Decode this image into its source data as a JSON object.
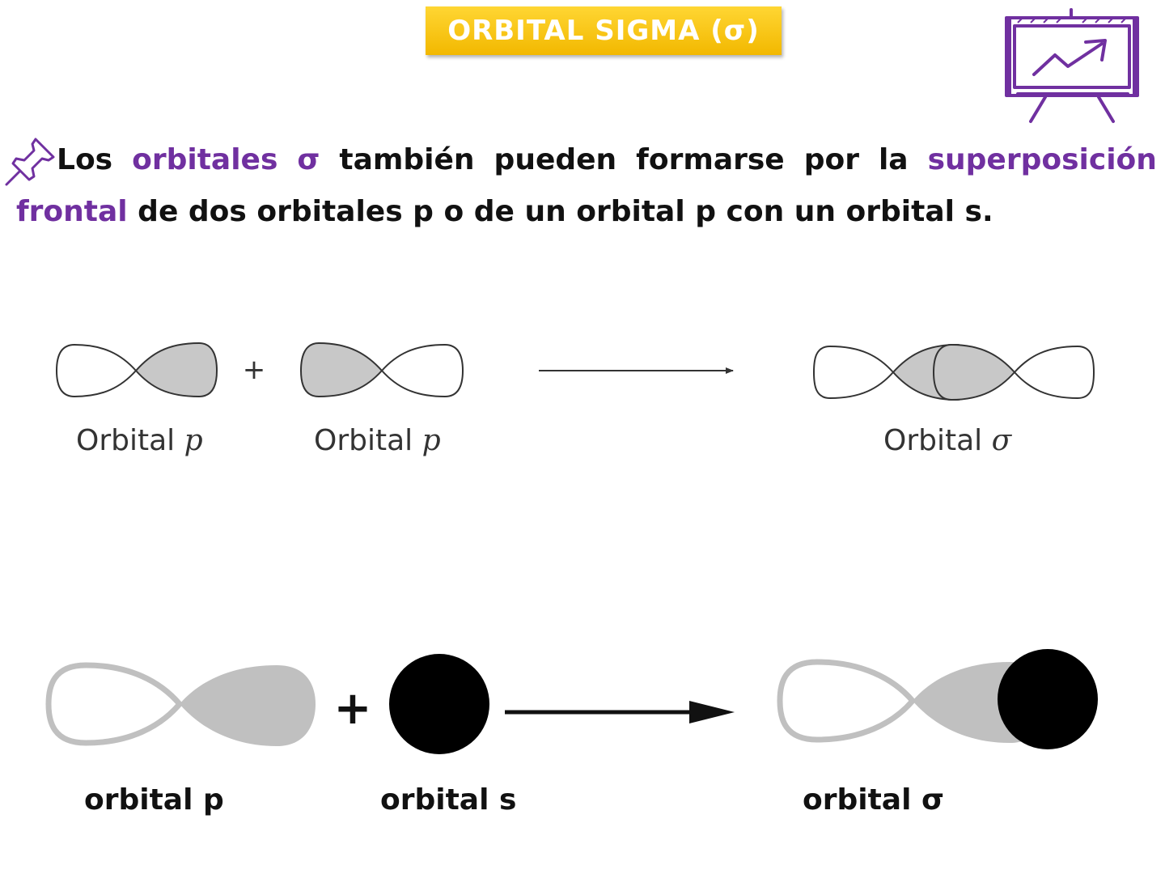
{
  "title": "ORBITAL SIGMA (σ)",
  "paragraph": {
    "w1": "Los",
    "w2": "orbitales",
    "w3": "σ",
    "w4": "también",
    "w5": "pueden",
    "w6": "formarse",
    "w7": "por",
    "w8": "la",
    "w9": "superposición",
    "line2_highlight": "frontal",
    "line2_rest": "de dos orbitales p o de un orbital p con un orbital s."
  },
  "diagram_pp": {
    "plus": "+",
    "label_left_word": "Orbital",
    "label_left_sym": "p",
    "label_middle_word": "Orbital",
    "label_middle_sym": "p",
    "label_result_word": "Orbital",
    "label_result_sym": "σ"
  },
  "diagram_ps": {
    "plus": "+",
    "label_p": "orbital p",
    "label_s": "orbital s",
    "label_result": "orbital σ"
  },
  "colors": {
    "accent_purple": "#7030a0",
    "badge_yellow": "#ffc000",
    "lobe_dark": "#c8c8c8",
    "lobe_light": "#c0c0c0",
    "s_orbital": "#000000"
  },
  "icons": {
    "top_right": "presentation-board-chart-icon",
    "bullet": "pushpin-icon"
  }
}
